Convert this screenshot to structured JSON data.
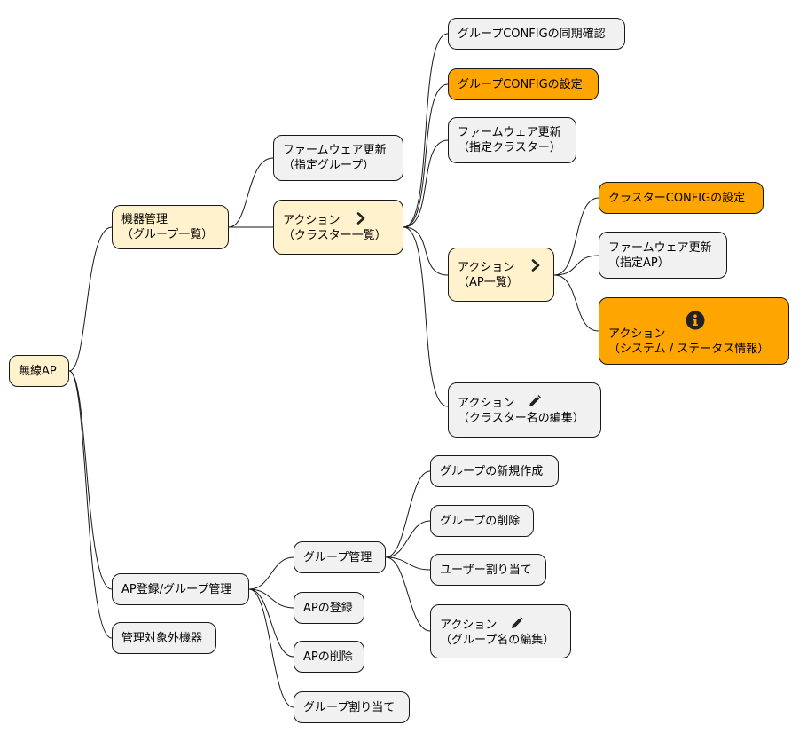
{
  "mindmap": {
    "root": {
      "label": "無線AP"
    },
    "device_mgmt": {
      "line1": "機器管理",
      "line2": "（グループ一覧）"
    },
    "fw_group": {
      "line1": "ファームウェア更新",
      "line2": "（指定グループ）"
    },
    "action_cluster_list": {
      "line1": "アクション",
      "line2": "（クラスター一覧）",
      "icon": "chevron-right-icon"
    },
    "group_config_sync": {
      "label": "グループCONFIGの同期確認"
    },
    "group_config_set": {
      "label": "グループCONFIGの設定"
    },
    "fw_cluster": {
      "line1": "ファームウェア更新",
      "line2": "（指定クラスター）"
    },
    "action_ap_list": {
      "line1": "アクション",
      "line2": "（AP一覧）",
      "icon": "chevron-right-icon"
    },
    "cluster_config_set": {
      "label": "クラスターCONFIGの設定"
    },
    "fw_ap": {
      "line1": "ファームウェア更新",
      "line2": "（指定AP）"
    },
    "action_system_status": {
      "line1": "アクション",
      "line2": "（システム / ステータス情報）",
      "icon": "info-icon"
    },
    "action_cluster_rename": {
      "line1": "アクション",
      "line2": "（クラスター名の編集）",
      "icon": "pencil-icon"
    },
    "ap_reg_group_mgmt": {
      "label": "AP登録/グループ管理"
    },
    "unmanaged_devices": {
      "label": "管理対象外機器"
    },
    "group_mgmt": {
      "label": "グループ管理"
    },
    "ap_register": {
      "label": "APの登録"
    },
    "ap_delete": {
      "label": "APの削除"
    },
    "group_assign": {
      "label": "グループ割り当て"
    },
    "group_create": {
      "label": "グループの新規作成"
    },
    "group_delete": {
      "label": "グループの削除"
    },
    "user_assign": {
      "label": "ユーザー割り当て"
    },
    "action_group_rename": {
      "line1": "アクション",
      "line2": "（グループ名の編集）",
      "icon": "pencil-icon"
    }
  },
  "colors": {
    "default_fill": "#f1f1f1",
    "highlight_fill": "#fff2cc",
    "accent_fill": "#ffa500",
    "border": "#181818"
  }
}
